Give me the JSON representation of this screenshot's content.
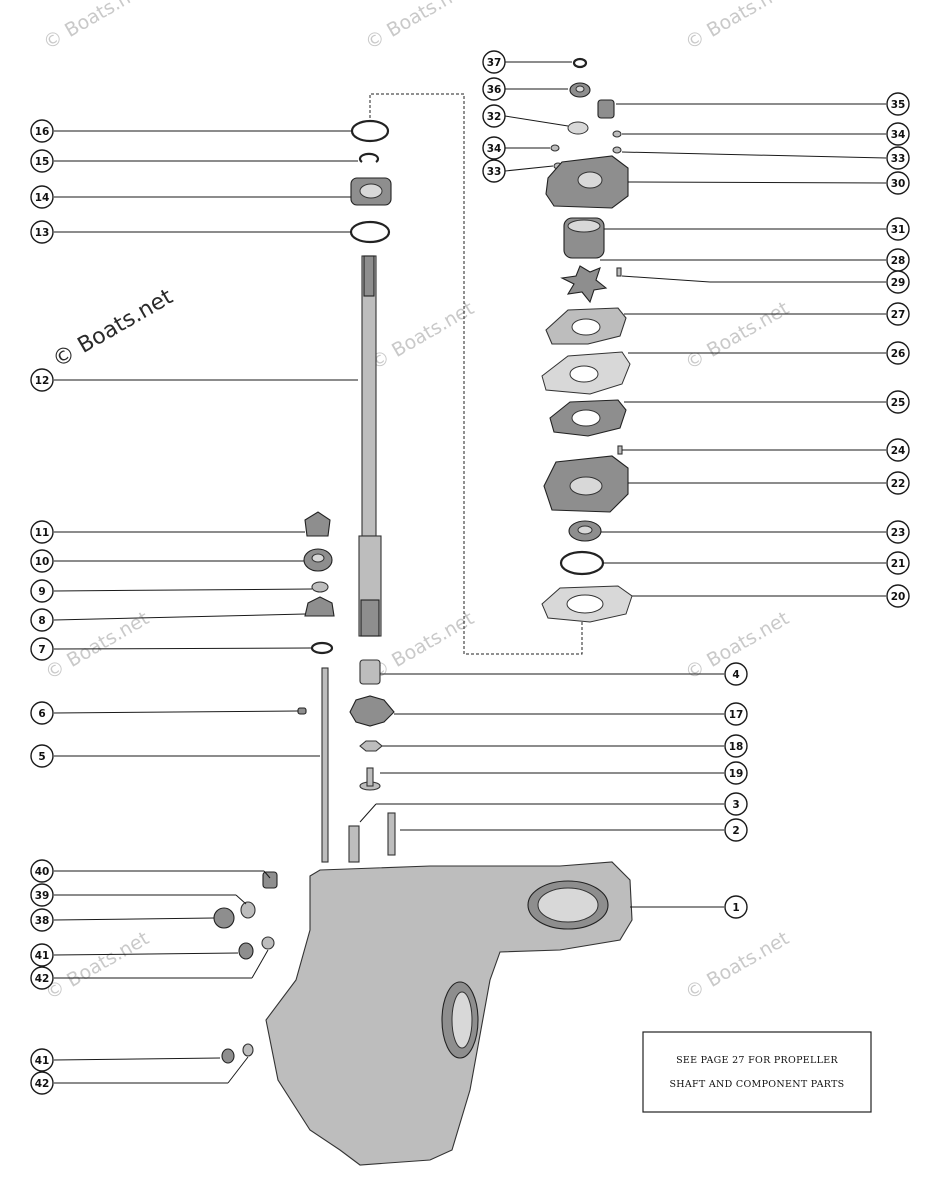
{
  "watermark": {
    "text": "© Boats.net",
    "prominent": "© Boats.net"
  },
  "note": {
    "line1": "SEE PAGE 27 FOR PROPELLER",
    "line2": "SHAFT AND COMPONENT PARTS"
  },
  "callouts": [
    {
      "id": "37"
    },
    {
      "id": "36"
    },
    {
      "id": "32"
    },
    {
      "id": "34"
    },
    {
      "id": "33"
    },
    {
      "id": "35"
    },
    {
      "id": "34"
    },
    {
      "id": "33"
    },
    {
      "id": "30"
    },
    {
      "id": "31"
    },
    {
      "id": "28"
    },
    {
      "id": "29"
    },
    {
      "id": "27"
    },
    {
      "id": "26"
    },
    {
      "id": "25"
    },
    {
      "id": "24"
    },
    {
      "id": "22"
    },
    {
      "id": "23"
    },
    {
      "id": "21"
    },
    {
      "id": "20"
    },
    {
      "id": "16"
    },
    {
      "id": "15"
    },
    {
      "id": "14"
    },
    {
      "id": "13"
    },
    {
      "id": "12"
    },
    {
      "id": "11"
    },
    {
      "id": "10"
    },
    {
      "id": "9"
    },
    {
      "id": "8"
    },
    {
      "id": "7"
    },
    {
      "id": "6"
    },
    {
      "id": "5"
    },
    {
      "id": "4"
    },
    {
      "id": "17"
    },
    {
      "id": "18"
    },
    {
      "id": "19"
    },
    {
      "id": "3"
    },
    {
      "id": "2"
    },
    {
      "id": "1"
    },
    {
      "id": "40"
    },
    {
      "id": "39"
    },
    {
      "id": "38"
    },
    {
      "id": "41"
    },
    {
      "id": "42"
    },
    {
      "id": "41"
    },
    {
      "id": "42"
    }
  ]
}
